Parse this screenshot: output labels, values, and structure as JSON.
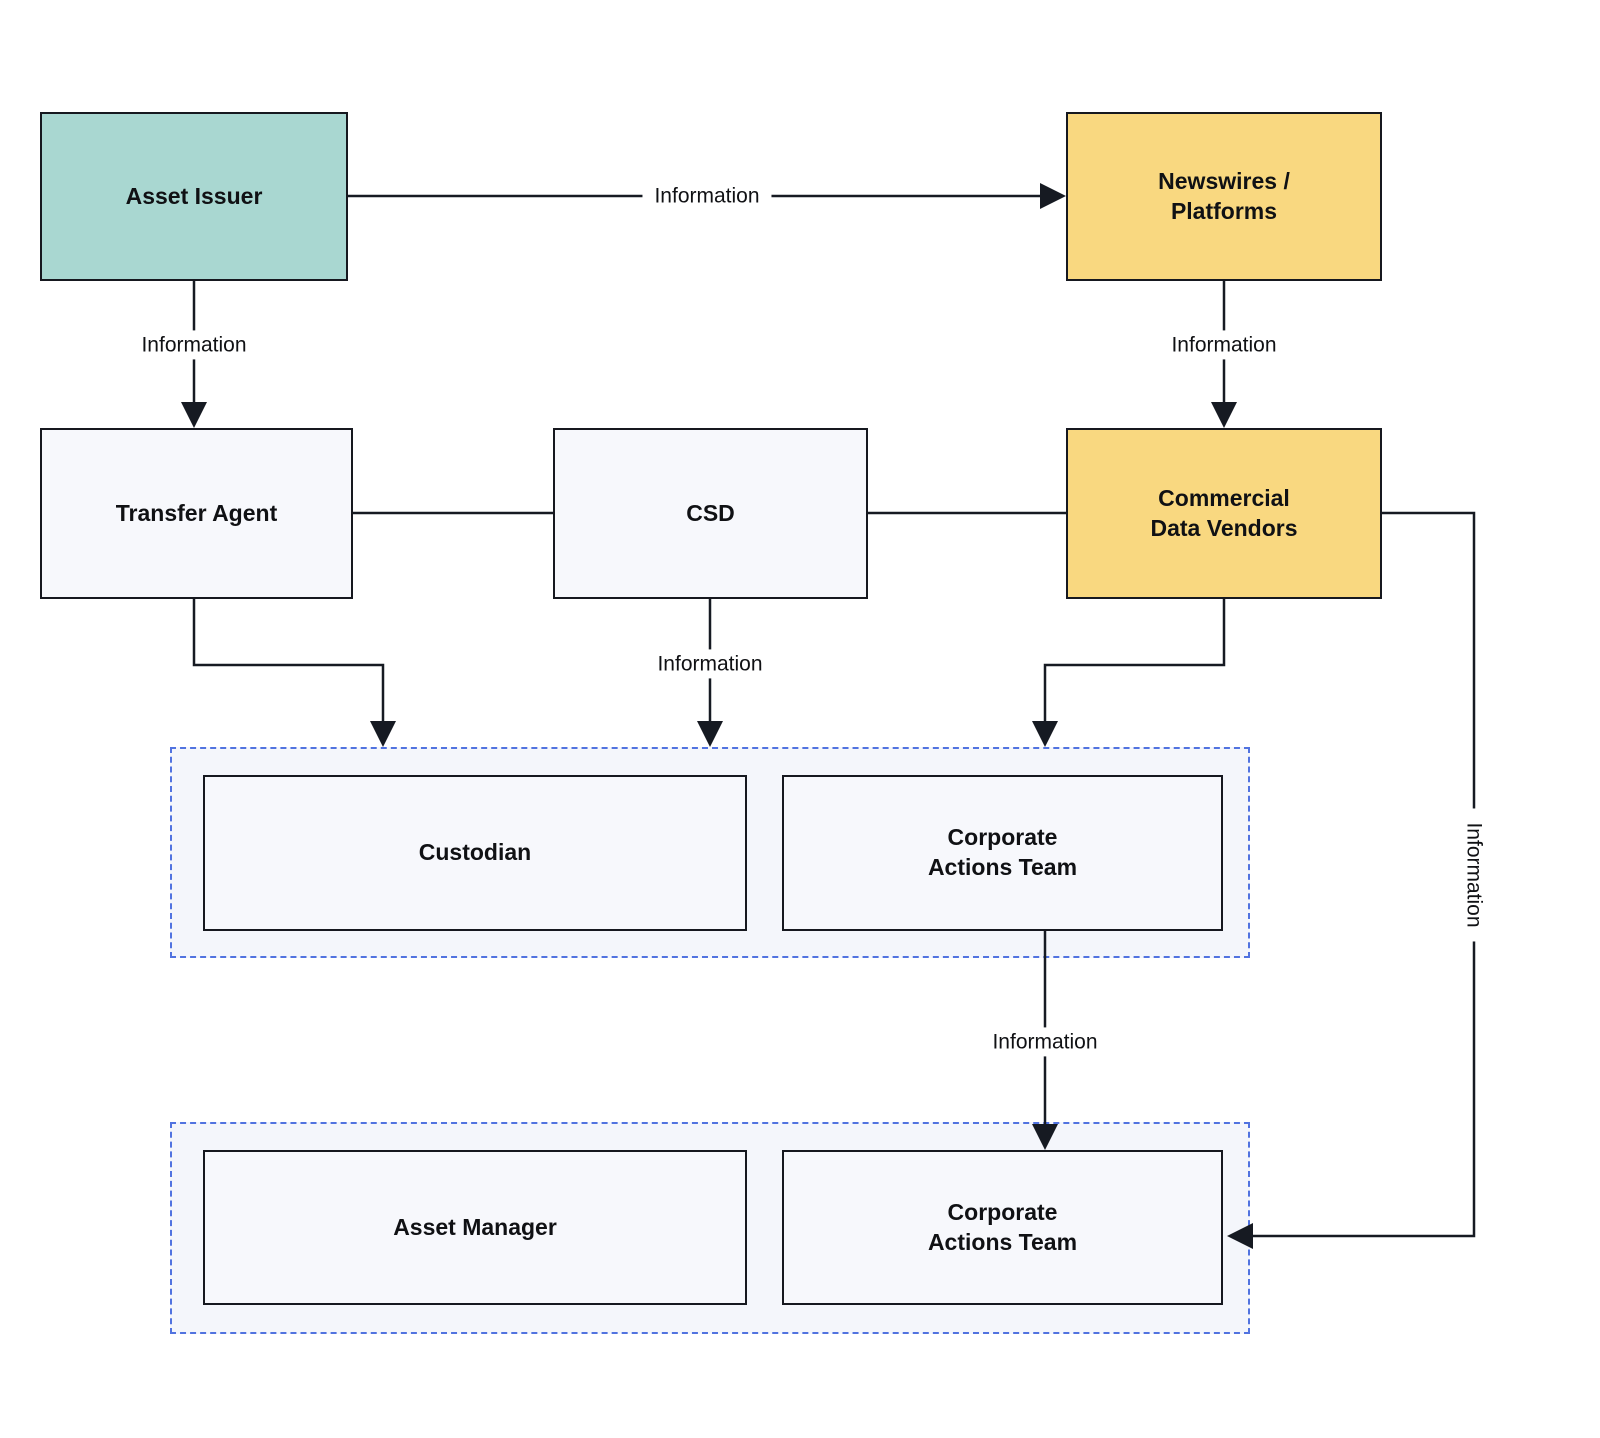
{
  "colors": {
    "background": "#ffffff",
    "line": "#161a22",
    "box_border": "#16181f",
    "text": "#101114",
    "teal_fill": "#a9d7d1",
    "yellow_fill": "#f9d880",
    "node_fill": "#f7f8fc",
    "group_fill": "#f4f6fb",
    "dashed_border": "#5173e0"
  },
  "nodes": {
    "asset_issuer": {
      "label": "Asset Issuer",
      "fill": "teal"
    },
    "newswires": {
      "label": "Newswires / Platforms",
      "fill": "yellow"
    },
    "transfer_agent": {
      "label": "Transfer Agent",
      "fill": "light"
    },
    "csd": {
      "label": "CSD",
      "fill": "light"
    },
    "commercial_data_vendors": {
      "label": "Commercial Data Vendors",
      "fill": "yellow"
    },
    "custodian": {
      "label": "Custodian",
      "fill": "light"
    },
    "corporate_actions_team_1": {
      "label": "Corporate Actions Team",
      "fill": "light"
    },
    "asset_manager": {
      "label": "Asset Manager",
      "fill": "light"
    },
    "corporate_actions_team_2": {
      "label": "Corporate Actions Team",
      "fill": "light"
    }
  },
  "groups": {
    "custody_group": {
      "members": [
        "custodian",
        "corporate_actions_team_1"
      ]
    },
    "asset_manager_group": {
      "members": [
        "asset_manager",
        "corporate_actions_team_2"
      ]
    }
  },
  "edges": [
    {
      "from": "asset_issuer",
      "to": "newswires",
      "label": "Information",
      "arrow": true
    },
    {
      "from": "asset_issuer",
      "to": "transfer_agent",
      "label": "Information",
      "arrow": true
    },
    {
      "from": "newswires",
      "to": "commercial_data_vendors",
      "label": "Information",
      "arrow": true
    },
    {
      "from": "transfer_agent",
      "to": "csd",
      "label": "",
      "arrow": false
    },
    {
      "from": "csd",
      "to": "commercial_data_vendors",
      "label": "",
      "arrow": false
    },
    {
      "from": "transfer_agent",
      "to": "custody_group",
      "label": "",
      "arrow": true
    },
    {
      "from": "csd",
      "to": "custody_group",
      "label": "Information",
      "arrow": true
    },
    {
      "from": "commercial_data_vendors",
      "to": "custody_group",
      "label": "",
      "arrow": true
    },
    {
      "from": "corporate_actions_team_1",
      "to": "corporate_actions_team_2",
      "label": "Information",
      "arrow": true
    },
    {
      "from": "commercial_data_vendors",
      "to": "corporate_actions_team_2",
      "label": "Information",
      "arrow": true,
      "label_rotated": true
    }
  ]
}
